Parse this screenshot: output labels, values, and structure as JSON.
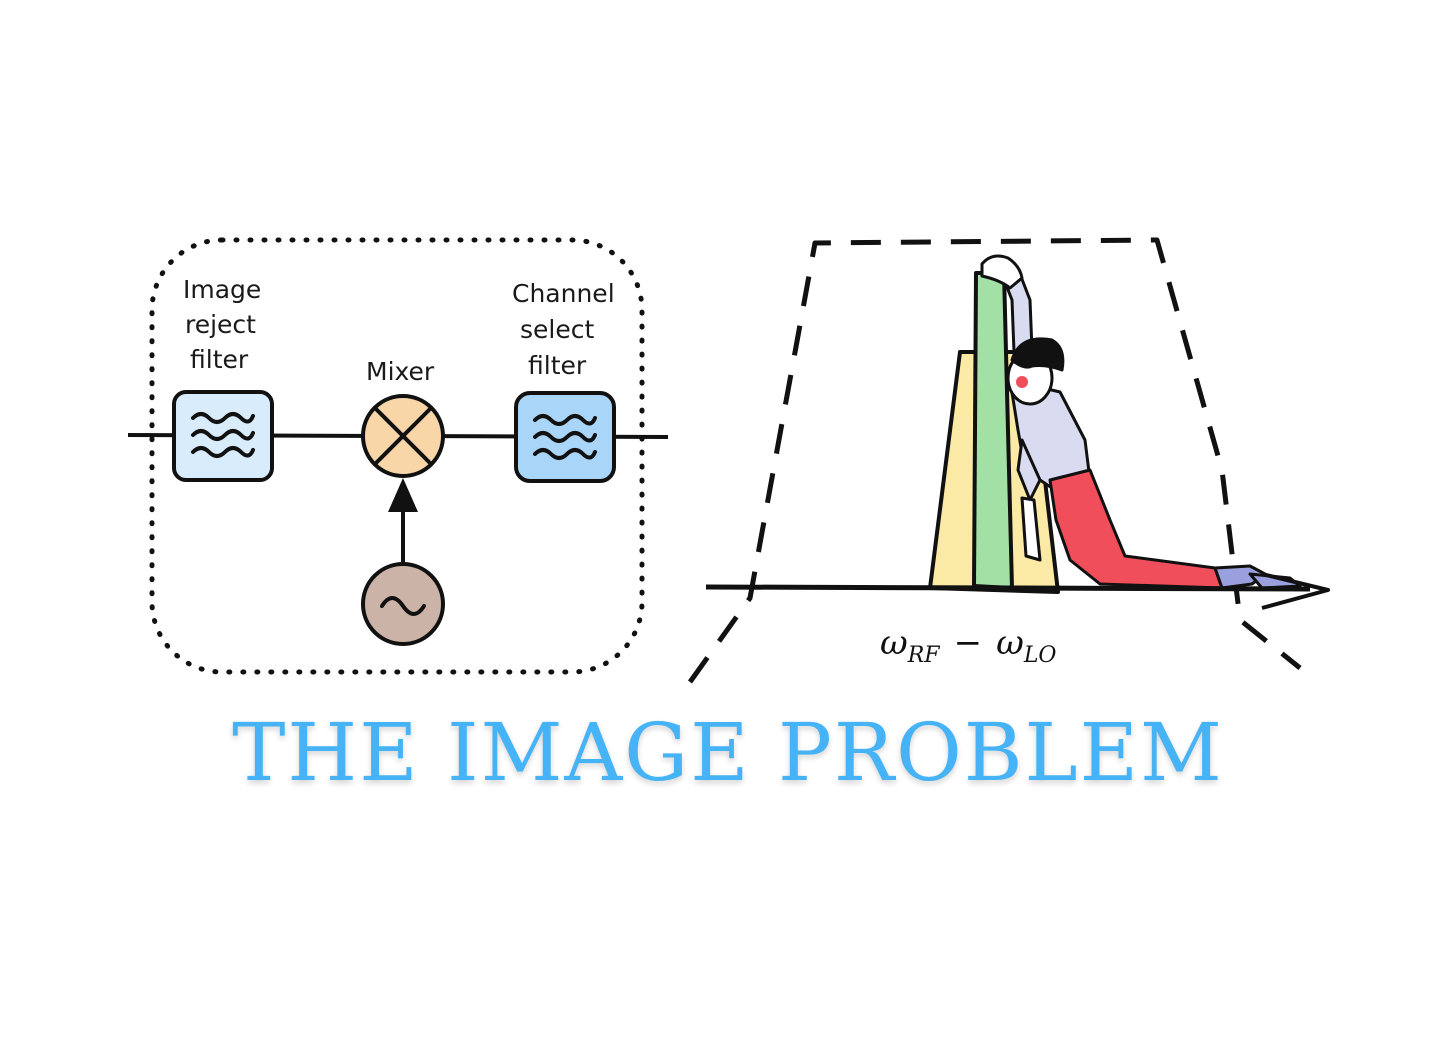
{
  "block_diagram": {
    "image_reject_filter": [
      "Image",
      "reject",
      "filter"
    ],
    "mixer": "Mixer",
    "channel_select_filter": [
      "Channel",
      "select",
      "filter"
    ]
  },
  "spectrum": {
    "axis_label_main": "ω",
    "axis_label_sub1": "RF",
    "axis_label_minus": "−",
    "axis_label_sub2": "LO"
  },
  "title": "THE IMAGE PROBLEM",
  "colors": {
    "filter_box": "#d9ecfb",
    "filter_box_dark": "#a9d6f8",
    "mixer": "#f9d6a8",
    "oscillator": "#cbb3a8",
    "bar_green": "#a3e0a6",
    "bar_yellow": "#fbe9a6",
    "title": "#45b3f5"
  }
}
